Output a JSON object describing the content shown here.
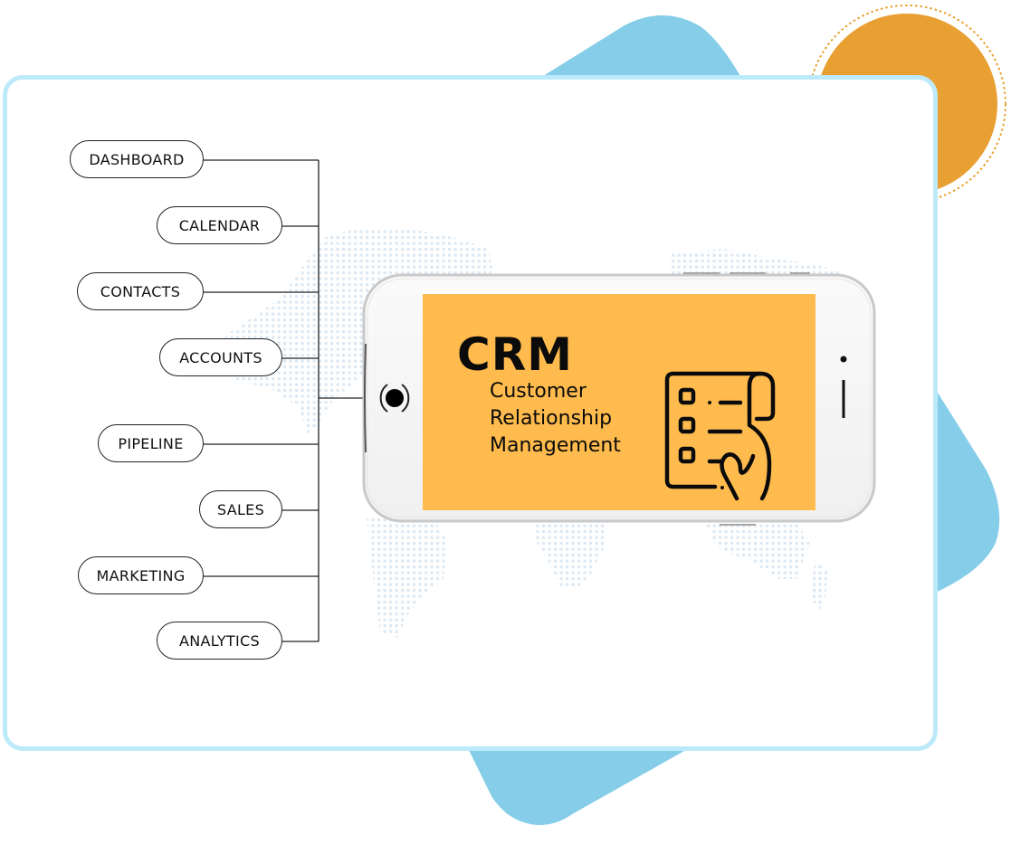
{
  "diagram": {
    "title": "CRM",
    "subtitle_lines": [
      "Customer",
      "Relationship",
      "Management"
    ],
    "modules": [
      {
        "label": "DASHBOARD"
      },
      {
        "label": "CALENDAR"
      },
      {
        "label": "CONTACTS"
      },
      {
        "label": "ACCOUNTS"
      },
      {
        "label": "PIPELINE"
      },
      {
        "label": "SALES"
      },
      {
        "label": "MARKETING"
      },
      {
        "label": "ANALYTICS"
      }
    ],
    "icon": "checklist-in-hand-icon",
    "device": "smartphone-landscape"
  },
  "colors": {
    "screen_orange": "#ffbb4d",
    "accent_orange_circle": "#e8a033",
    "blue_shape": "#85cde8",
    "card_border": "#bdeafb",
    "map_dots": "#dce8f3",
    "connector": "#222222"
  }
}
